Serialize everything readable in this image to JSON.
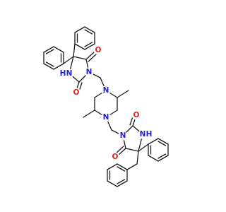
{
  "molecule": {
    "atom_labels": {
      "hydantoin_top_O_ketone": "O",
      "hydantoin_top_NH": "N",
      "hydantoin_top_NH_H": "H",
      "hydantoin_top_N": "N",
      "hydantoin_top_O_urea": "O",
      "piperazine_N_top": "N",
      "piperazine_N_bottom": "N",
      "hydantoin_bottom_N": "N",
      "hydantoin_bottom_O_urea": "O",
      "hydantoin_bottom_NH": "N",
      "hydantoin_bottom_NH_H": "H",
      "hydantoin_bottom_O_ketone": "O"
    },
    "colors": {
      "bond": "#1a1a1a",
      "nitrogen": "#2323d2",
      "oxygen": "#e0201b"
    }
  }
}
